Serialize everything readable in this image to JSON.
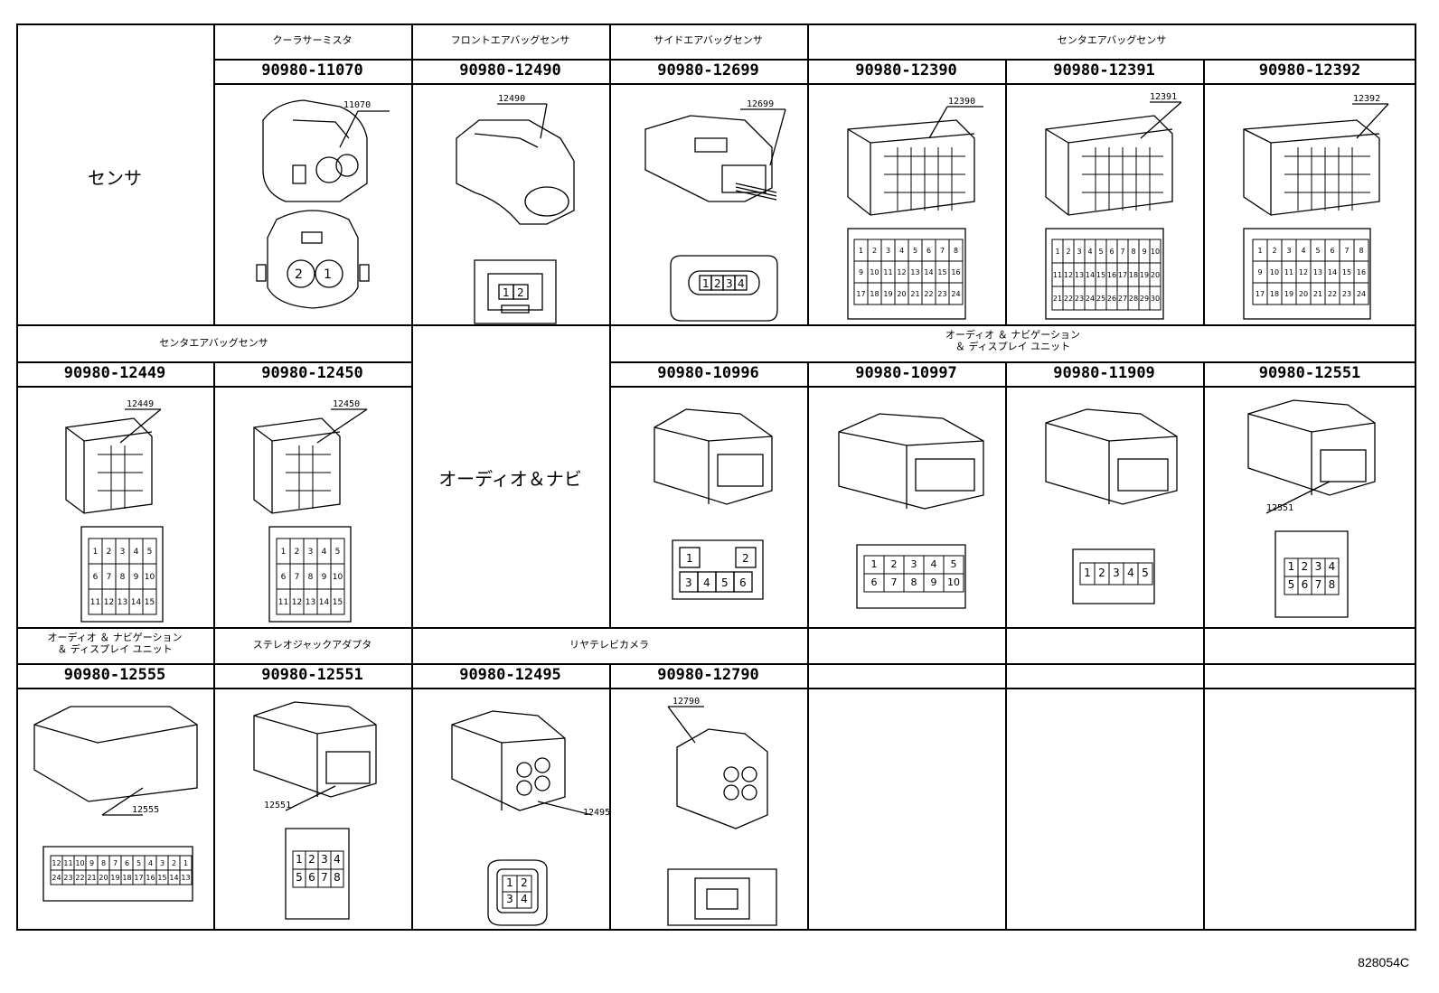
{
  "rows": [
    {
      "label": "センサ",
      "groups": [
        "クーラサーミスタ",
        "フロントエアバッグセンサ",
        "サイドエアバッグセンサ",
        "センタエアバッグセンサ"
      ],
      "cells": [
        {
          "part": "90980-11070",
          "ref": "11070",
          "pins": [
            "2",
            "1"
          ]
        },
        {
          "part": "90980-12490",
          "ref": "12490",
          "pins": [
            "1",
            "2"
          ]
        },
        {
          "part": "90980-12699",
          "ref": "12699",
          "pins": [
            "1",
            "2",
            "3",
            "4"
          ]
        },
        {
          "part": "90980-12390",
          "ref": "12390",
          "pins": [
            "1",
            "2",
            "3",
            "4",
            "5",
            "6",
            "7",
            "8",
            "9",
            "10",
            "11",
            "12",
            "13",
            "14",
            "15",
            "16",
            "17",
            "18",
            "19",
            "20",
            "21",
            "22",
            "23",
            "24"
          ]
        },
        {
          "part": "90980-12391",
          "ref": "12391",
          "pins": [
            "1",
            "2",
            "3",
            "4",
            "5",
            "6",
            "7",
            "8",
            "9",
            "10",
            "11",
            "12",
            "13",
            "14",
            "15",
            "16",
            "17",
            "18",
            "19",
            "20",
            "21",
            "22",
            "23",
            "24",
            "25",
            "26",
            "27",
            "28",
            "29",
            "30"
          ]
        },
        {
          "part": "90980-12392",
          "ref": "12392",
          "pins": [
            "1",
            "2",
            "3",
            "4",
            "5",
            "6",
            "7",
            "8",
            "9",
            "10",
            "11",
            "12",
            "13",
            "14",
            "15",
            "16",
            "17",
            "18",
            "19",
            "20",
            "21",
            "22",
            "23",
            "24"
          ]
        }
      ]
    },
    {
      "label": "オーディオ＆ナビ",
      "groups": [
        "センタエアバッグセンサ",
        "オーディオ ＆ ナビゲーション\n＆ ディスプレイ ユニット"
      ],
      "cells": [
        {
          "part": "90980-12449",
          "ref": "12449",
          "pins": [
            "1",
            "2",
            "3",
            "4",
            "5",
            "6",
            "7",
            "8",
            "9",
            "10",
            "11",
            "12",
            "13",
            "14",
            "15"
          ]
        },
        {
          "part": "90980-12450",
          "ref": "12450",
          "pins": [
            "1",
            "2",
            "3",
            "4",
            "5",
            "6",
            "7",
            "8",
            "9",
            "10",
            "11",
            "12",
            "13",
            "14",
            "15"
          ]
        },
        {
          "part": "90980-10996",
          "ref": "",
          "pins": [
            "1",
            "2",
            "3",
            "4",
            "5",
            "6"
          ]
        },
        {
          "part": "90980-10997",
          "ref": "",
          "pins": [
            "1",
            "2",
            "3",
            "4",
            "5",
            "6",
            "7",
            "8",
            "9",
            "10"
          ]
        },
        {
          "part": "90980-11909",
          "ref": "",
          "pins": [
            "1",
            "2",
            "3",
            "4",
            "5"
          ]
        },
        {
          "part": "90980-12551",
          "ref": "12551",
          "pins": [
            "1",
            "2",
            "3",
            "4",
            "5",
            "6",
            "7",
            "8"
          ]
        }
      ]
    },
    {
      "groups": [
        "オーディオ ＆ ナビゲーション\n＆ ディスプレイ ユニット",
        "ステレオジャックアダプタ",
        "リヤテレビカメラ"
      ],
      "cells": [
        {
          "part": "90980-12555",
          "ref": "12555",
          "pins": [
            "12",
            "11",
            "10",
            "9",
            "8",
            "7",
            "6",
            "5",
            "4",
            "3",
            "2",
            "1",
            "24",
            "23",
            "22",
            "21",
            "20",
            "19",
            "18",
            "17",
            "16",
            "15",
            "14",
            "13"
          ]
        },
        {
          "part": "90980-12551",
          "ref": "12551",
          "pins": [
            "1",
            "2",
            "3",
            "4",
            "5",
            "6",
            "7",
            "8"
          ]
        },
        {
          "part": "90980-12495",
          "ref": "12495",
          "pins": [
            "1",
            "2",
            "3",
            "4"
          ]
        },
        {
          "part": "90980-12790",
          "ref": "12790",
          "pins": []
        }
      ]
    }
  ],
  "footer": "828054C"
}
